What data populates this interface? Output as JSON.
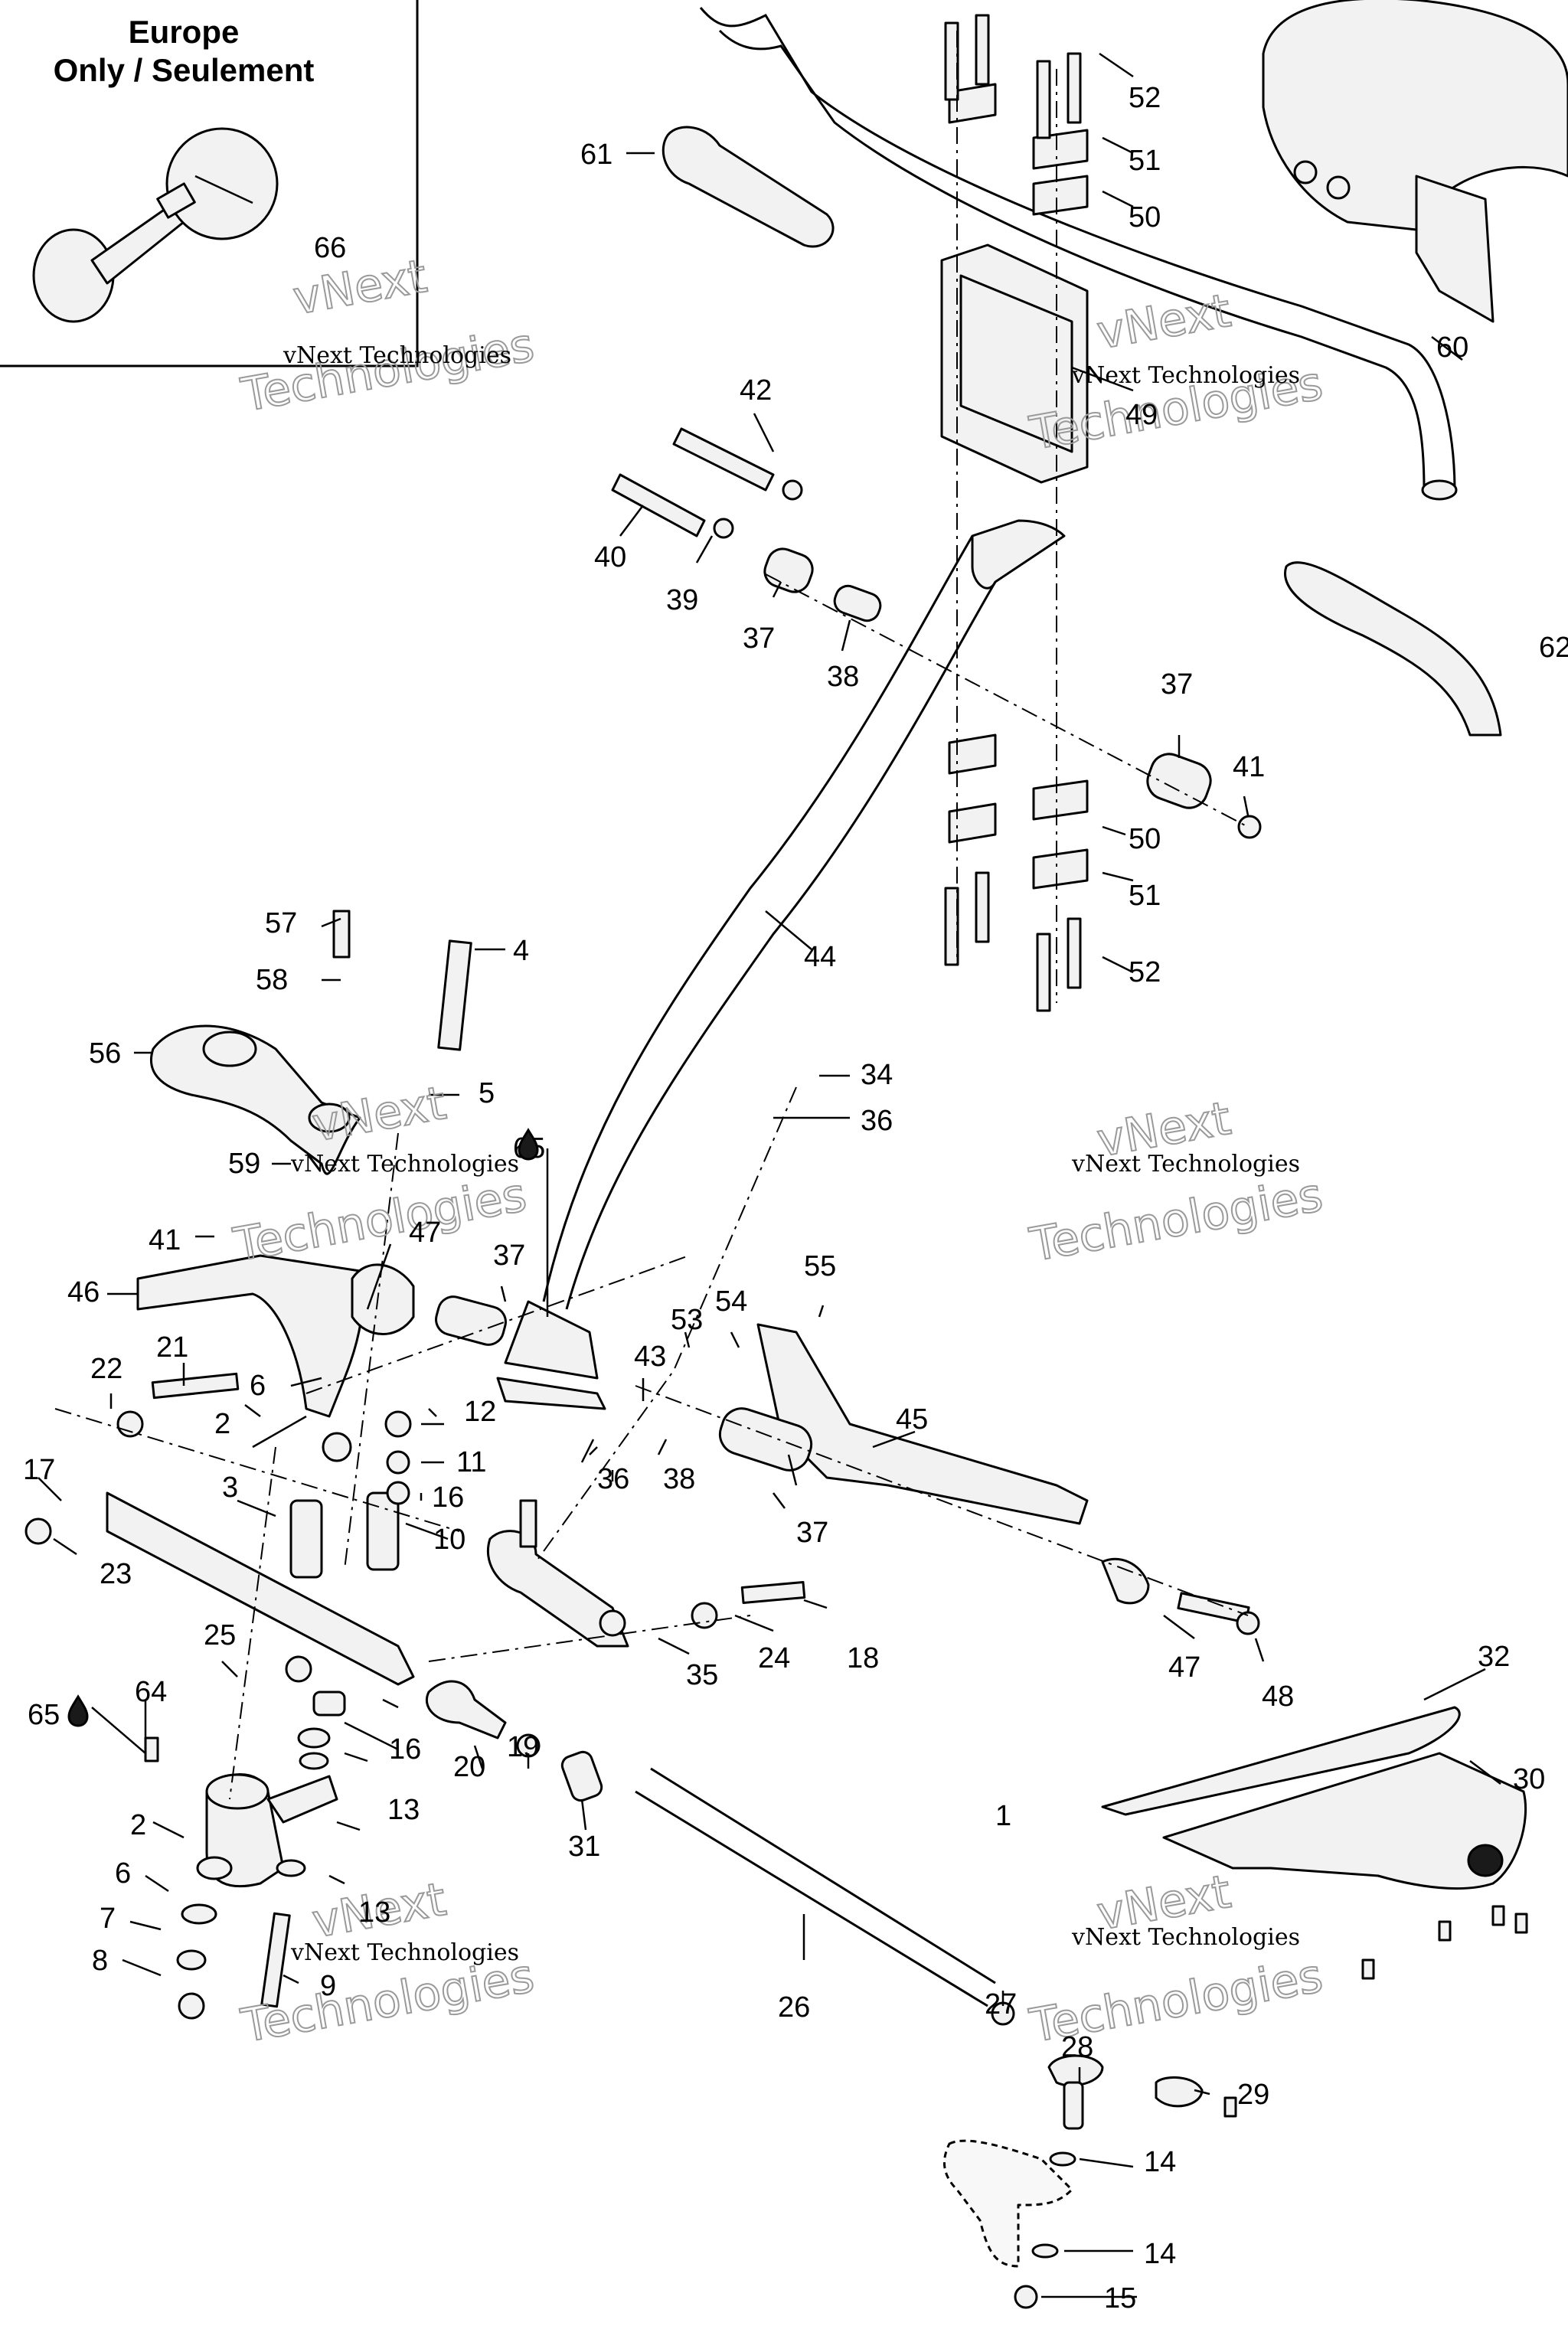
{
  "region": {
    "title_line1": "Europe",
    "title_line2": "Only / Seulement"
  },
  "watermark": {
    "line1": "vNext",
    "line2": "Technologies",
    "caption": "vNext Technologies"
  },
  "labels": [
    "1",
    "2",
    "2",
    "3",
    "4",
    "5",
    "6",
    "6",
    "7",
    "8",
    "9",
    "10",
    "11",
    "12",
    "13",
    "13",
    "14",
    "14",
    "15",
    "16",
    "16",
    "17",
    "18",
    "19",
    "20",
    "21",
    "22",
    "23",
    "24",
    "25",
    "26",
    "27",
    "28",
    "29",
    "30",
    "31",
    "32",
    "34",
    "35",
    "36",
    "36",
    "37",
    "37",
    "37",
    "37",
    "38",
    "38",
    "39",
    "40",
    "41",
    "41",
    "42",
    "43",
    "44",
    "45",
    "46",
    "47",
    "47",
    "48",
    "49",
    "50",
    "50",
    "51",
    "51",
    "52",
    "52",
    "53",
    "54",
    "55",
    "56",
    "57",
    "58",
    "59",
    "60",
    "61",
    "62",
    "64",
    "65",
    "65",
    "66"
  ],
  "colors": {
    "ink": "#000000",
    "fill": "#f2f2f2",
    "watermark": "#9a9a9a"
  }
}
